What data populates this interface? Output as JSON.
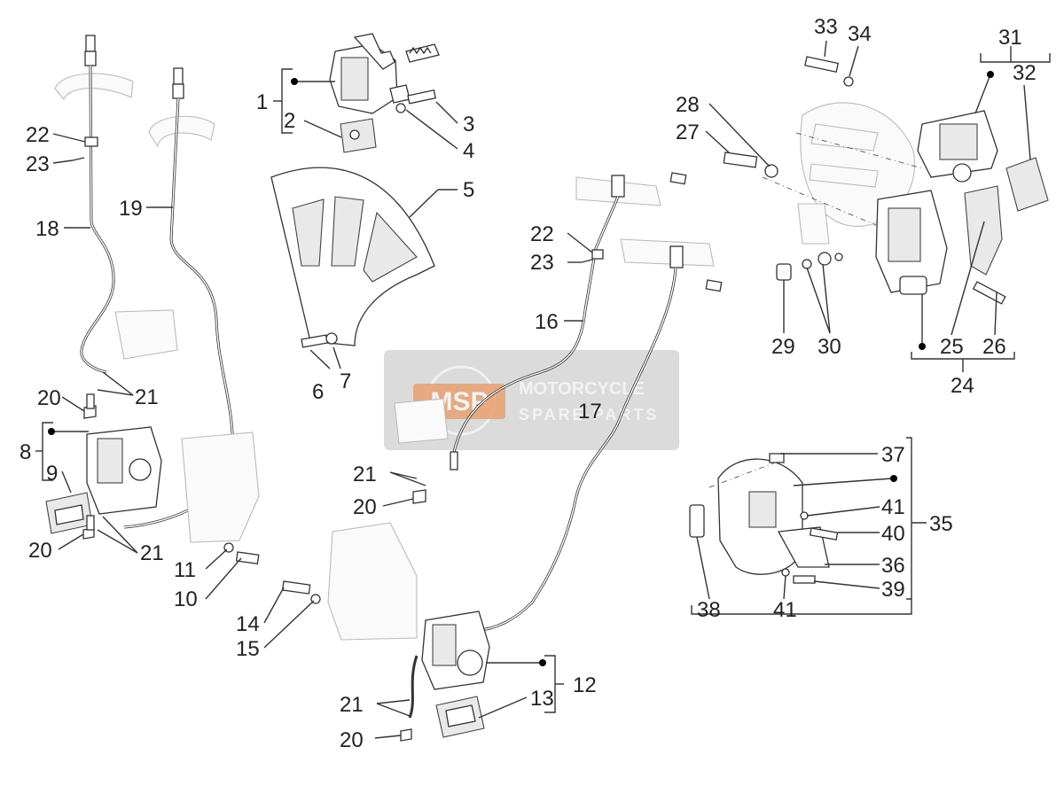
{
  "watermark": {
    "logo_text": "MSP",
    "line1": "MOTORCYCLE",
    "line2": "SPARE PARTS"
  },
  "labels": {
    "n1": "1",
    "n2": "2",
    "n3": "3",
    "n4": "4",
    "n5": "5",
    "n6": "6",
    "n7": "7",
    "n8": "8",
    "n9": "9",
    "n10": "10",
    "n11": "11",
    "n12": "12",
    "n13": "13",
    "n14": "14",
    "n15": "15",
    "n16": "16",
    "n17": "17",
    "n18": "18",
    "n19": "19",
    "n20": "20",
    "n21": "21",
    "n22": "22",
    "n23": "23",
    "n24": "24",
    "n25": "25",
    "n26": "26",
    "n27": "27",
    "n28": "28",
    "n29": "29",
    "n30": "30",
    "n31": "31",
    "n32": "32",
    "n33": "33",
    "n34": "34",
    "n35": "35",
    "n36": "36",
    "n37": "37",
    "n38": "38",
    "n39": "39",
    "n40": "40",
    "n41": "41"
  }
}
